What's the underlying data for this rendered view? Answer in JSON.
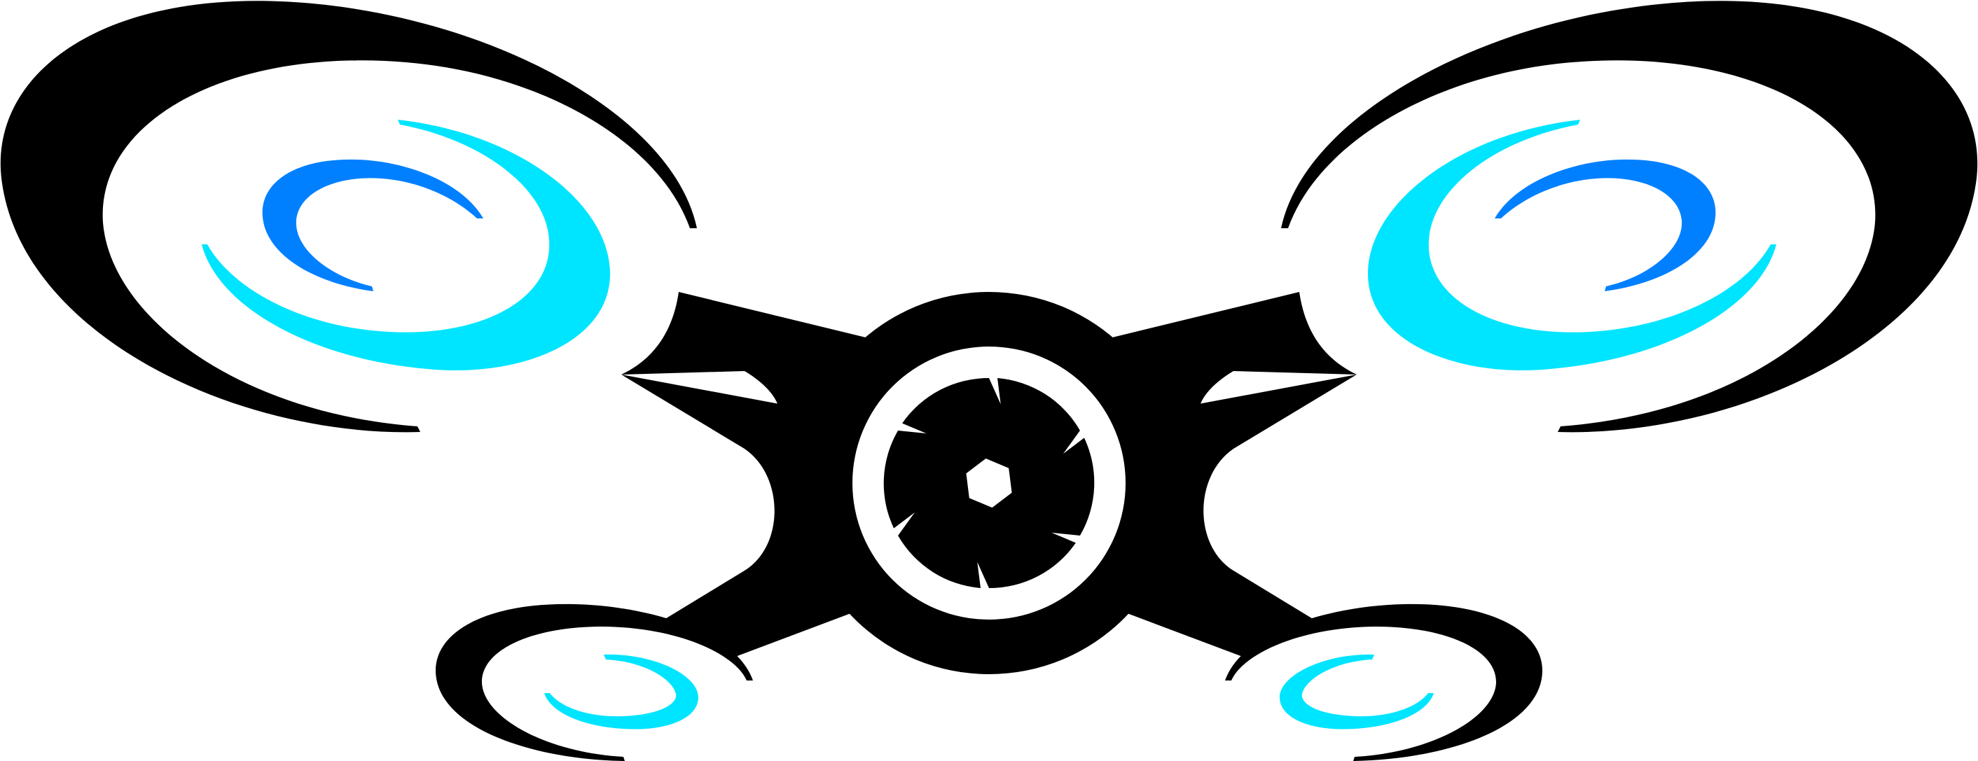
{
  "logo": {
    "subject": "drone-with-camera",
    "colors": {
      "body": "#000000",
      "background": "#ffffff",
      "rotor_outer": "#00e5ff",
      "rotor_inner": "#0080ff"
    },
    "rotors": [
      "top-left",
      "top-right",
      "bottom-left",
      "bottom-right"
    ],
    "camera_icon": "aperture-icon",
    "aperture_blades": 6
  }
}
